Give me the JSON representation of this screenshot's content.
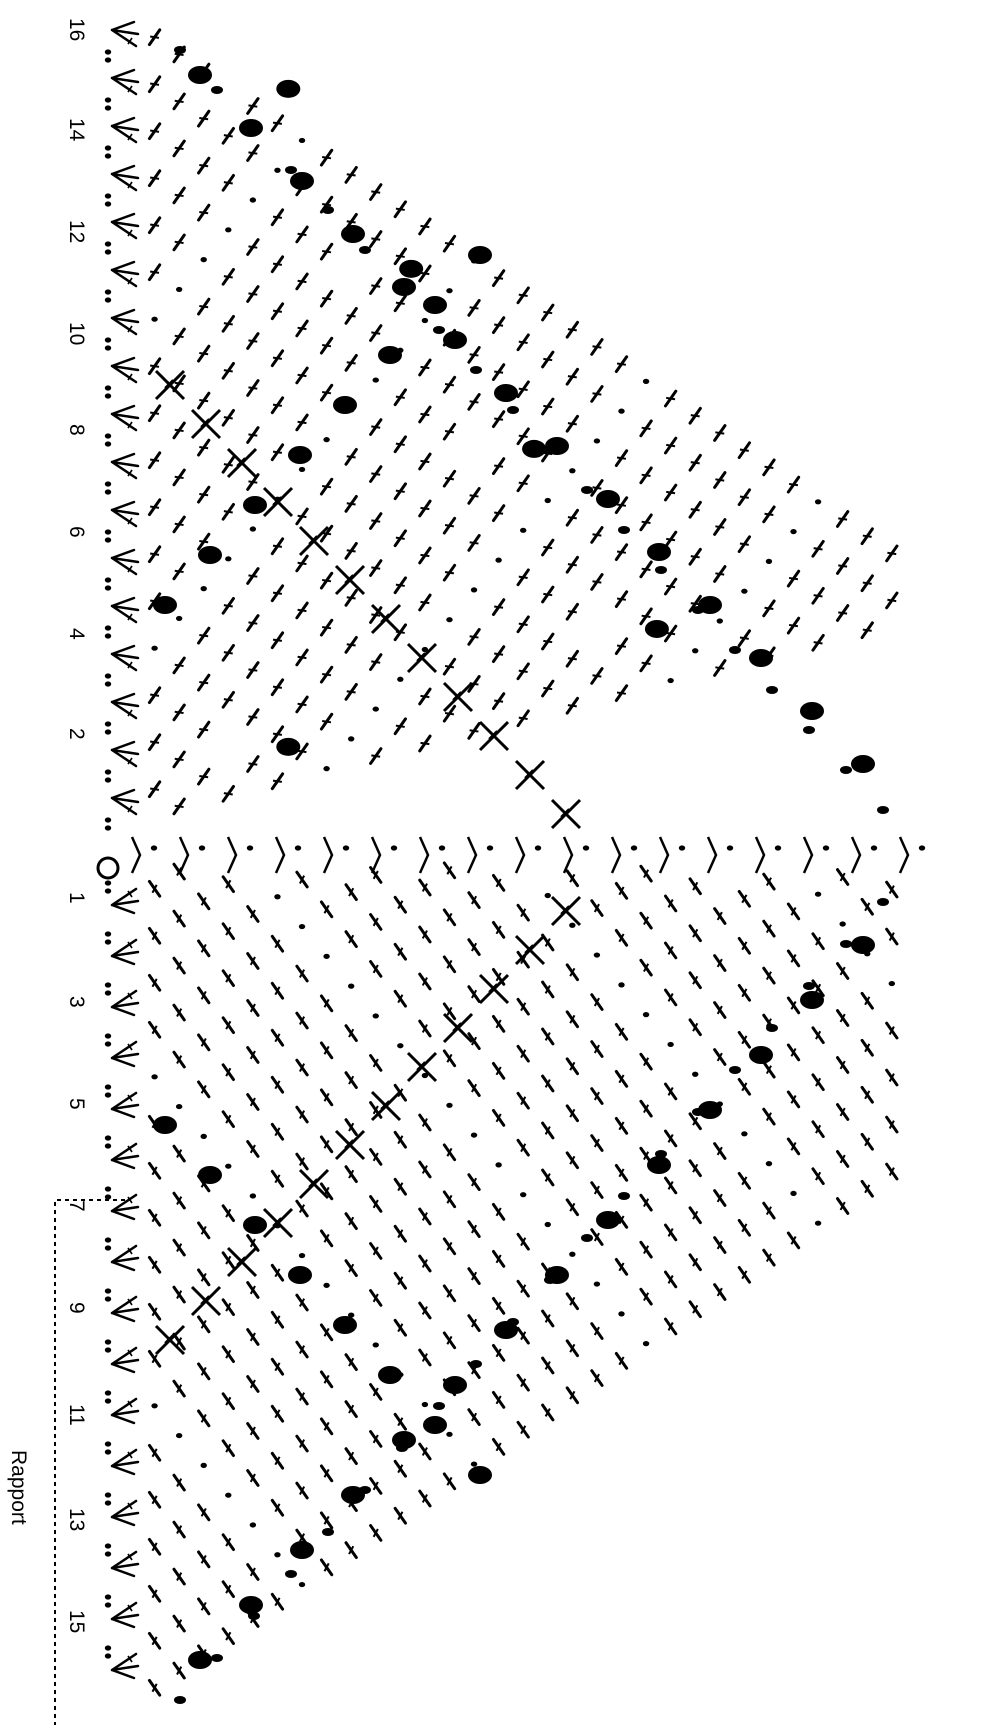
{
  "chart": {
    "row_labels_top": [
      "16",
      "14",
      "12",
      "10",
      "8",
      "6",
      "4",
      "2"
    ],
    "row_labels_bottom": [
      "1",
      "3",
      "5",
      "7",
      "9",
      "11",
      "13",
      "15"
    ],
    "repeat_label": "Rapport"
  },
  "symbols": {
    "chain_stitch": "chain",
    "double_crochet": "stitch",
    "picot": "picot",
    "popcorn": "popcorn",
    "cross_stitch": "crossed-stitches",
    "fan": "fan",
    "magic_ring": "ring"
  },
  "colors": {
    "ink": "#000000",
    "background": "#ffffff"
  }
}
